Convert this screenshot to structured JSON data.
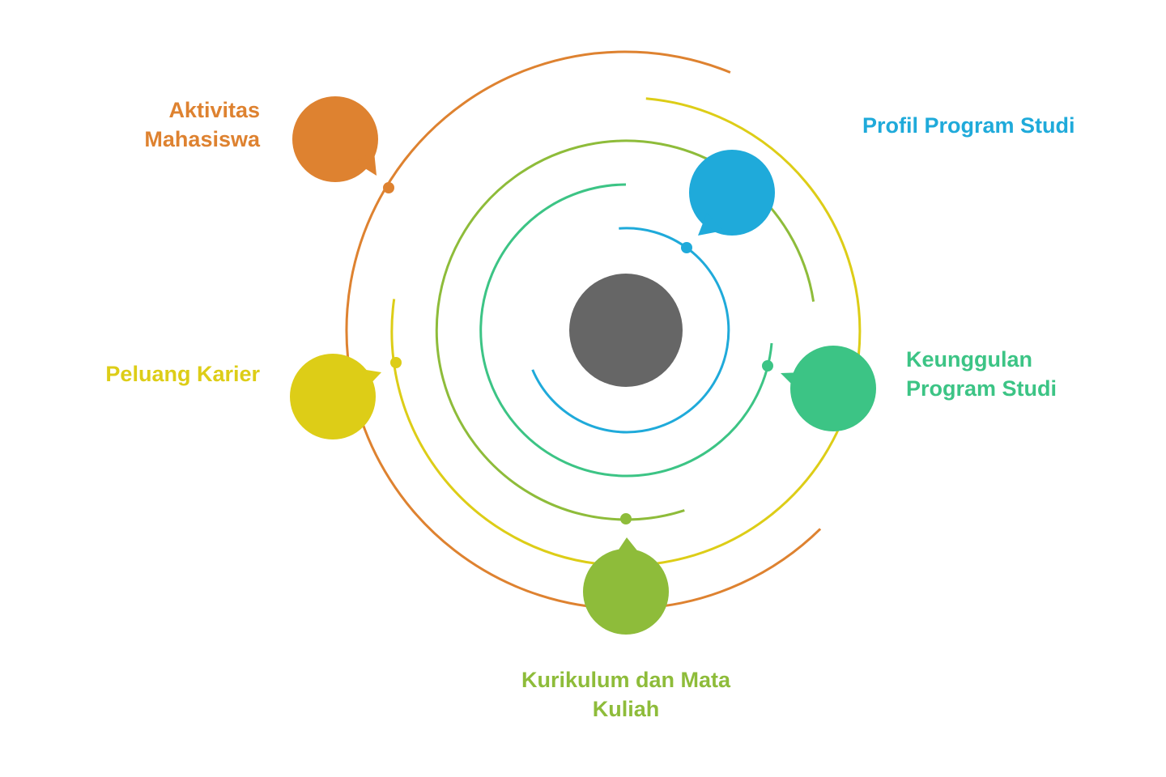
{
  "colors": {
    "center": "#666666",
    "orange": "#DE8230",
    "yellow": "#DDCD17",
    "olive": "#8EBC3A",
    "teal": "#3CC485",
    "blue": "#1FAADA"
  },
  "nodes": [
    {
      "id": "profil",
      "lines": [
        "Profil Program Studi"
      ],
      "color": "#1FAADA",
      "icon": "speech-bubble-icon"
    },
    {
      "id": "keunggulan",
      "lines": [
        "Keunggulan",
        "Program Studi"
      ],
      "color": "#3CC485",
      "icon": "speech-bubble-icon"
    },
    {
      "id": "kurikulum",
      "lines": [
        "Kurikulum dan Mata",
        "Kuliah"
      ],
      "color": "#8EBC3A",
      "icon": "speech-bubble-icon"
    },
    {
      "id": "peluang",
      "lines": [
        "Peluang Karier"
      ],
      "color": "#DDCD17",
      "icon": "speech-bubble-icon"
    },
    {
      "id": "aktivitas",
      "lines": [
        "Aktivitas",
        "Mahasiswa"
      ],
      "color": "#DE8230",
      "icon": "speech-bubble-icon"
    }
  ]
}
